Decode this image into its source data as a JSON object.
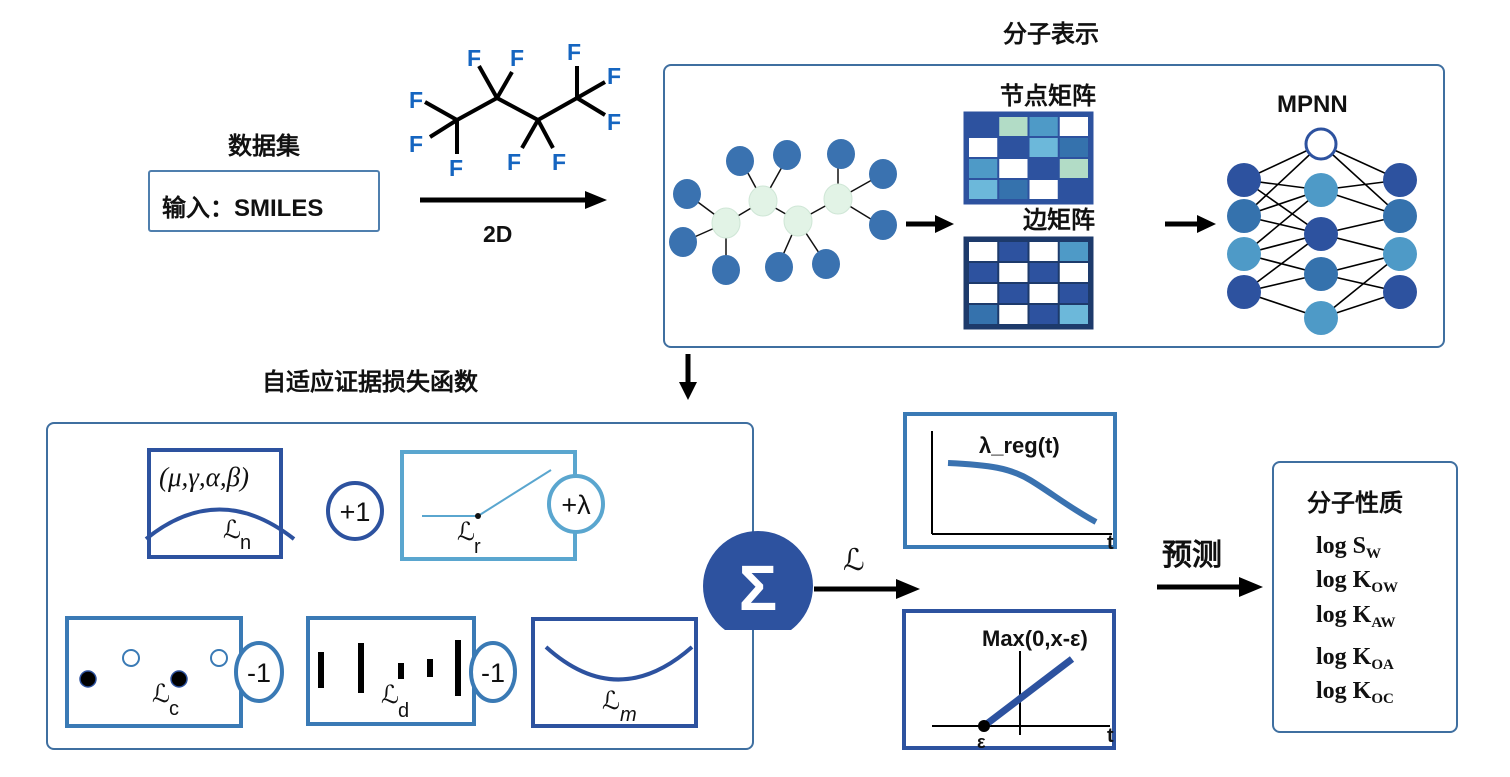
{
  "dataset": {
    "title": "数据集",
    "input_label": "输入：SMILES"
  },
  "molecule": {
    "atom_label": "F",
    "atom_count_F": 10,
    "arrow_label": "2D"
  },
  "representation": {
    "title": "分子表示",
    "node_matrix_title": "节点矩阵",
    "edge_matrix_title": "边矩阵",
    "mpnn_title": "MPNN",
    "node_matrix": [
      [
        "#2d529f",
        "#b2dcc6",
        "#4e9ac7",
        "#ffffff"
      ],
      [
        "#ffffff",
        "#2d529f",
        "#6cb8da",
        "#3572ad"
      ],
      [
        "#4e9ac7",
        "#ffffff",
        "#2d529f",
        "#b2dcc6"
      ],
      [
        "#6cb8da",
        "#3572ad",
        "#ffffff",
        "#2d529f"
      ]
    ],
    "edge_matrix": [
      [
        "#ffffff",
        "#2d529f",
        "#ffffff",
        "#4e9ac7"
      ],
      [
        "#2d529f",
        "#ffffff",
        "#2d529f",
        "#ffffff"
      ],
      [
        "#ffffff",
        "#2d529f",
        "#ffffff",
        "#2d529f"
      ],
      [
        "#3572ad",
        "#ffffff",
        "#2d529f",
        "#6cb8da"
      ]
    ]
  },
  "loss": {
    "title": "自适应证据损失函数",
    "params": "(μ,γ,α,β)",
    "ln_label": "ℒ",
    "ln_sub": "n",
    "lr_label": "ℒ",
    "lr_sub": "r",
    "lc_label": "ℒ",
    "lc_sub": "c",
    "ld_label": "ℒ",
    "ld_sub": "d",
    "lm_label": "ℒ",
    "lm_sub": "m",
    "weight_n": "+1",
    "weight_r": "+λ",
    "weight_c": "-1",
    "weight_d": "-1",
    "sum_symbol": "Σ",
    "total_label": "ℒ"
  },
  "regularizer": {
    "lambda_title": "λ_reg(t)",
    "lambda_axis": "t",
    "max_title": "Max(0,x-ε)",
    "max_axis": "t",
    "epsilon_label": "ε"
  },
  "prediction": {
    "arrow_label": "预测",
    "title": "分子性质",
    "properties": [
      {
        "base": "log S",
        "sub": "W"
      },
      {
        "base": "log K",
        "sub": "OW"
      },
      {
        "base": "log K",
        "sub": "AW"
      },
      {
        "base": "log K",
        "sub": "OA"
      },
      {
        "base": "log K",
        "sub": "OC"
      }
    ]
  },
  "colors": {
    "dark_blue": "#2d529f",
    "mid_blue": "#3572ad",
    "light_blue": "#4e9ac7",
    "sky_blue": "#6cb8da",
    "mint": "#b2dcc6",
    "pale_node": "#e2f3e6",
    "fluorine": "#1565c0",
    "panel_border": "#3f6fa0"
  }
}
